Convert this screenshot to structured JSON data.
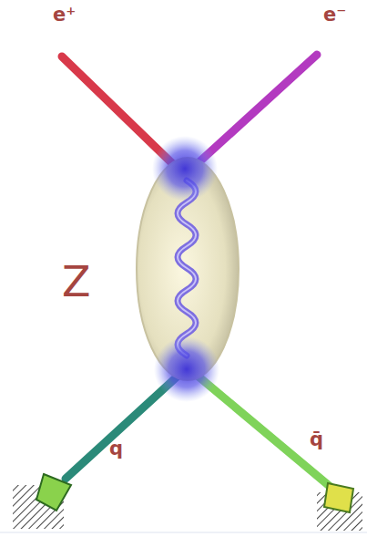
{
  "diagram": {
    "labels": [
      "e⁺",
      "e⁻",
      "Z",
      "q",
      "q̄"
    ]
  }
}
